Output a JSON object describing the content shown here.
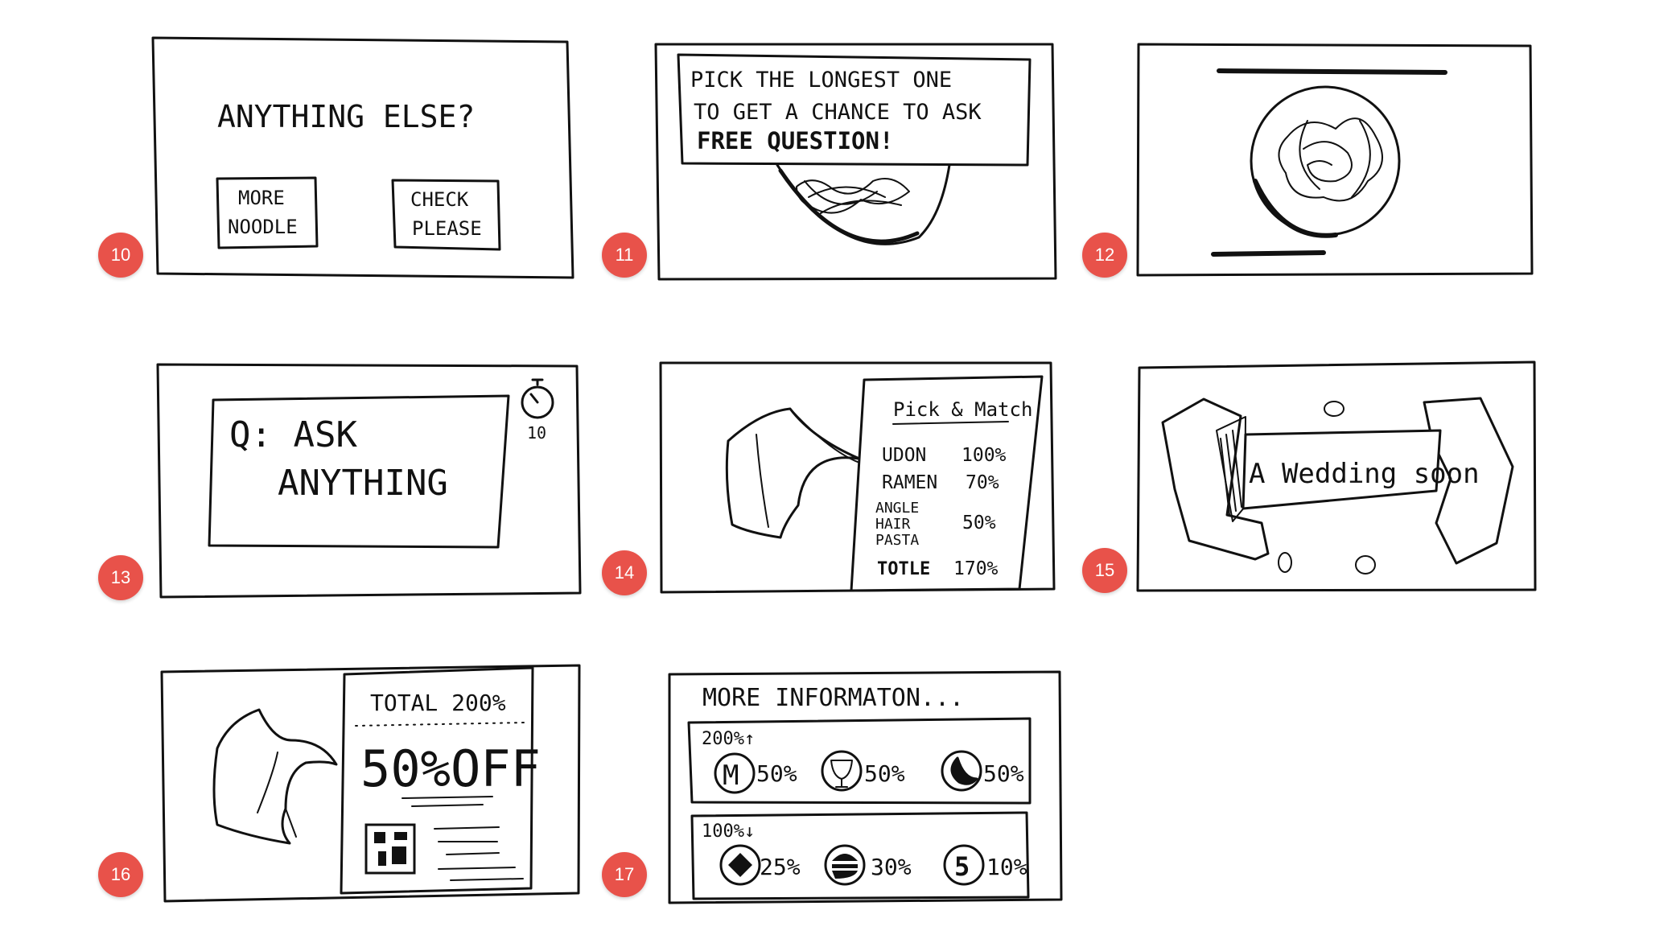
{
  "panels": [
    {
      "number": "10",
      "title": "ANYTHING ELSE?",
      "buttons": [
        "MORE",
        "NOODLE",
        "CHECK",
        "PLEASE"
      ]
    },
    {
      "number": "11",
      "lines": [
        "PICK THE LONGEST ONE",
        "TO GET A CHANCE TO ASK",
        "FREE QUESTION!"
      ]
    },
    {
      "number": "12"
    },
    {
      "number": "13",
      "lines": [
        "Q: ASK",
        "ANYTHING"
      ],
      "timer": "10"
    },
    {
      "number": "14",
      "heading": "Pick & Match",
      "rows": [
        {
          "label": "UDON",
          "value": "100%"
        },
        {
          "label": "RAMEN",
          "value": "70%"
        },
        {
          "label": "ANGLE",
          "value": ""
        },
        {
          "label": "HAIR",
          "value": "50%"
        },
        {
          "label": "PASTA",
          "value": ""
        },
        {
          "label": "TOTLE",
          "value": "170%"
        }
      ]
    },
    {
      "number": "15",
      "banner": "A Wedding soon"
    },
    {
      "number": "16",
      "total": "TOTAL 200%",
      "discount": "50%OFF"
    },
    {
      "number": "17",
      "title": "MORE INFORMATON...",
      "group_up": {
        "label": "200%↑",
        "items": [
          {
            "icon": "m-logo-icon",
            "glyph": "M",
            "value": "50%"
          },
          {
            "icon": "wine-glass-icon",
            "glyph": "",
            "value": "50%"
          },
          {
            "icon": "moon-icon",
            "glyph": "",
            "value": "50%"
          }
        ]
      },
      "group_down": {
        "label": "100%↓",
        "items": [
          {
            "icon": "diamond-icon",
            "glyph": "",
            "value": "25%"
          },
          {
            "icon": "burger-icon",
            "glyph": "",
            "value": "30%"
          },
          {
            "icon": "s-logo-icon",
            "glyph": "5",
            "value": "10%"
          }
        ]
      }
    }
  ]
}
